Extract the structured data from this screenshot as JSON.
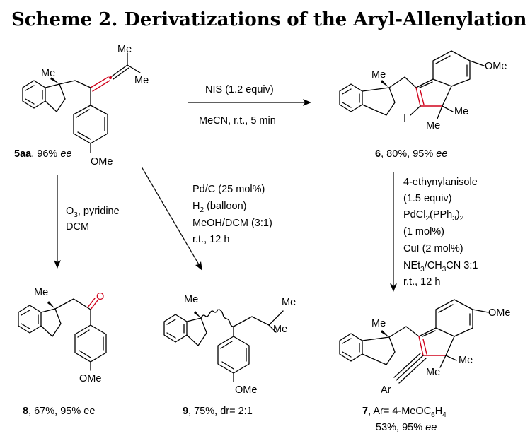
{
  "title": "Scheme 2. Derivatizations of the Aryl-Allenylation Product",
  "compounds": {
    "c5aa": {
      "id": "5aa",
      "rest": ", 96% ",
      "ee": "ee",
      "sub_me_top": "Me",
      "sub_me_right": "Me",
      "sub_me_quat": "Me",
      "sub_ome": "OMe"
    },
    "c6": {
      "id": "6",
      "rest": ", 80%,  95% ",
      "ee": "ee",
      "sub_me_quat": "Me",
      "sub_ome": "OMe",
      "sub_i": "I",
      "sub_me_a": "Me",
      "sub_me_b": "Me"
    },
    "c7": {
      "id": "7",
      "line1_rest": ", Ar= 4-MeOC",
      "c6": "6",
      "h4": "H",
      "sub4": "4",
      "line2": "53%, 95% ",
      "ee": "ee",
      "sub_me_quat": "Me",
      "sub_ome": "OMe",
      "sub_ar": "Ar",
      "sub_me_a": "Me",
      "sub_me_b": "Me"
    },
    "c8": {
      "id": "8",
      "rest": ", 67%, 95% ee",
      "sub_me_quat": "Me",
      "sub_o": "O",
      "sub_ome": "OMe"
    },
    "c9": {
      "id": "9",
      "rest": ", 75%, dr= 2:1",
      "sub_me_quat": "Me",
      "sub_me_a": "Me",
      "sub_me_b": "Me",
      "sub_ome": "OMe"
    }
  },
  "conditions": {
    "to6": {
      "line1": "NIS (1.2 equiv)",
      "line2": "MeCN, r.t., 5 min"
    },
    "to8": {
      "o": "O",
      "o3": "3",
      "o_rest": ", pyridine",
      "line2": "DCM"
    },
    "to9": {
      "line1": "Pd/C (25 mol%)",
      "h": "H",
      "h2": "2",
      "h_rest": " (balloon)",
      "line3": "MeOH/DCM (3:1)",
      "line4": "r.t., 12 h"
    },
    "to7": {
      "line1": "4-ethynylanisole",
      "line2": "(1.5 equiv)",
      "pd_a": "PdCl",
      "pd_2": "2",
      "pd_b": "(PPh",
      "pd_3": "3",
      "pd_c": ")",
      "pd_2b": "2",
      "line4": "(1 mol%)",
      "line5": "CuI (2 mol%)",
      "net_a": "NEt",
      "net_3": "3",
      "net_b": "/CH",
      "net_3b": "3",
      "net_c": "CN 3:1",
      "line7": "r.t., 12 h"
    }
  }
}
